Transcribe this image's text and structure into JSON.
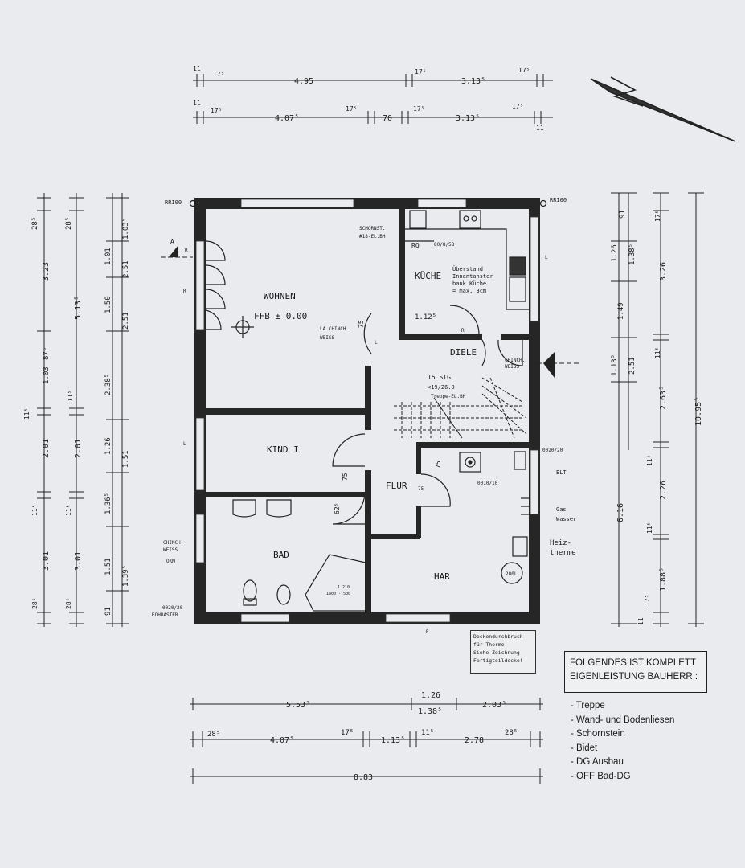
{
  "rooms": {
    "wohnen": "WOHNEN",
    "ffb": "FFB ± 0.00",
    "kueche": "KÜCHE",
    "diele": "DIELE",
    "kind": "KIND I",
    "flur": "FLUR",
    "bad": "BAD",
    "har": "HAR"
  },
  "labels": {
    "rr_left": "RR100",
    "rr_right": "RR100",
    "schornst_1": "SCHORNST.",
    "schornst_2": "#18-EL.BH",
    "rq": "RQ",
    "rq_dim": "80/8/58",
    "ueberstand_1": "Überstand",
    "ueberstand_2": "Innentanster",
    "ueberstand_3": "bank Küche",
    "ueberstand_4": "= max. 3cm",
    "la_chinch_1": "LA CHINCH.",
    "la_chinch_2": "WEISS",
    "chinch_right_1": "CHINCH.",
    "chinch_right_2": "WEISS",
    "stg_1": "15 STG",
    "stg_2": "<19/26.0",
    "stg_3": "Treppe-EL.BH",
    "chinch_left_1": "CHINCH.",
    "chinch_left_2": "WEISS",
    "okm": "OKM",
    "rohbaster_1": "0020/20",
    "rohbaster_2": "ROHBASTER",
    "elt": "ELT",
    "gas": "Gas",
    "wasser": "Wasser",
    "heiz_1": "Heiz-",
    "heiz_2": "therme",
    "tank": "200L",
    "dim_0020": "0020/20",
    "dim_0010": "0010/10",
    "bath_1": "1 210",
    "bath_2": "1800 · 500",
    "door_75a": "75",
    "door_75b": "75",
    "door_75c": "75",
    "door_62": "62⁵",
    "door_112": "1.12⁵",
    "door_75d": "75",
    "marker_a": "A",
    "marker_r1": "R",
    "marker_r2": "R",
    "marker_r3": "R",
    "marker_r4": "R",
    "marker_r5": "R",
    "marker_l": "L",
    "marker_l2": "L",
    "marker_l3": "L"
  },
  "dims_top": {
    "r1": [
      "11",
      "17⁵",
      "4.95",
      "17⁵",
      "3.13⁵",
      "17⁵"
    ],
    "r2": [
      "11",
      "17⁵",
      "4.07⁵",
      "17⁵",
      "70",
      "17⁵",
      "3.13⁵",
      "17⁵",
      "11"
    ]
  },
  "dims_left": {
    "c1": [
      "28⁵",
      "3.23",
      "87⁵",
      "1.03",
      "11⁵",
      "2.01",
      "11⁵",
      "3.01",
      "28⁵"
    ],
    "c2": [
      "28⁵",
      "5.13⁵",
      "11⁵",
      "2.01",
      "11⁵",
      "3.01",
      "28⁵"
    ],
    "c3": [
      "1.01",
      "1.50",
      "2.38⁵",
      "1.26",
      "1.36⁵",
      "1.51",
      "91"
    ],
    "c4": [
      "1.03⁵",
      "2.51",
      "2.51",
      "1.51",
      "1.39⁵"
    ]
  },
  "dims_right": {
    "c1": [
      "1.26",
      "1.49",
      "1.13⁵",
      "6.16"
    ],
    "c2": [
      "91",
      "1.38⁵",
      "2.51"
    ],
    "c3": [
      "17⁵",
      "3.26",
      "11⁵",
      "2.63⁵",
      "11⁵",
      "2.26",
      "11⁵",
      "1.88⁵",
      "17⁵",
      "11"
    ],
    "c4": [
      "10.95⁵"
    ]
  },
  "dims_bottom": {
    "r1": [
      "5.53⁵",
      "1.26",
      "1.38⁵",
      "2.03⁵"
    ],
    "r2": [
      "28⁵",
      "4.07⁵",
      "17⁵",
      "1.13⁵",
      "11⁵",
      "2.78",
      "28⁵"
    ],
    "r3": [
      "8.83"
    ]
  },
  "stamp": {
    "l1": "Deckendurchbruch",
    "l2": "für Therme",
    "l3": "Siehe Zeichnung",
    "l4": "Fertigteildecke!"
  },
  "notes": {
    "title_1": "FOLGENDES IST KOMPLETT",
    "title_2": "EIGENLEISTUNG BAUHERR :",
    "items": [
      "- Treppe",
      "- Wand- und Bodenliesen",
      "- Schornstein",
      "- Bidet",
      "- DG Ausbau",
      "- OFF Bad-DG"
    ]
  }
}
